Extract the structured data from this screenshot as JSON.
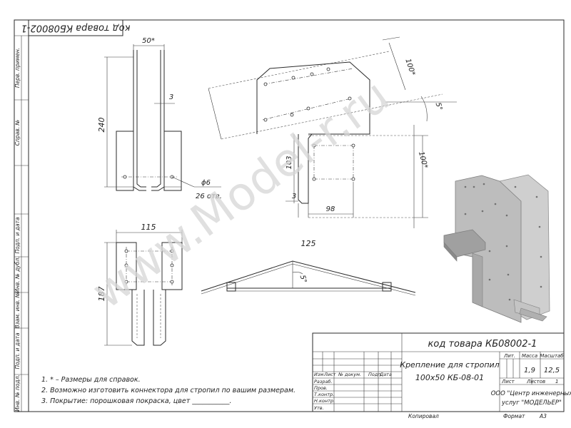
{
  "product_code_rotated": "код товара КБ08002-1",
  "front_view": {
    "dim_width": "50*",
    "dim_thickness": "3",
    "dim_height": "240",
    "dim_hole": "ϕ6",
    "dim_holes_count": "26 отв."
  },
  "top_view": {
    "dim_width": "115",
    "dim_height": "187"
  },
  "main_view": {
    "dim_100_top": "100*",
    "dim_angle": "5°",
    "dim_100_right": "100*",
    "dim_103": "103",
    "dim_3": "3",
    "dim_98": "98"
  },
  "roof_view": {
    "dim_span": "125",
    "dim_angle": "5°"
  },
  "notes": [
    "1. * – Размеры для справок.",
    "2. Возможно изготовить коннектора для стропил по вашим размерам.",
    "3. Покрытие: порошковая покраска, цвет ___________."
  ],
  "side_stamp": [
    "Перв. примен.",
    "Справ. №",
    "Подп. и дата",
    "Инв. № дубл.",
    "Взам. инв. №",
    "Подп. и дата",
    "Инв. № подл."
  ],
  "title_block": {
    "product_code": "код товара КБ08002-1",
    "name_line1": "Крепление для стропил",
    "name_line2": "100х50 КБ-08-01",
    "header_izm": "Изм",
    "header_list": "Лист",
    "header_doc": "№ докум.",
    "header_sign": "Подп.",
    "header_date": "Дата",
    "role_1": "Разраб.",
    "role_2": "Пров.",
    "role_3": "Т.контр.",
    "role_4": "Н.контр.",
    "role_5": "Утв.",
    "col_lit": "Лит.",
    "col_mass": "Масса",
    "col_scale": "Масштаб",
    "mass_value": "1,9",
    "scale_value": "12,5",
    "sheet_label": "Лист",
    "sheets_label": "Листов",
    "sheets_value": "1",
    "org_line1": "ООО \"Центр инженерных",
    "org_line2": "услуг \"МОДЕЛЬЕР\"",
    "copied": "Копировал",
    "format_label": "Формат",
    "format_value": "А3"
  },
  "watermark": "www.Model-r.ru"
}
